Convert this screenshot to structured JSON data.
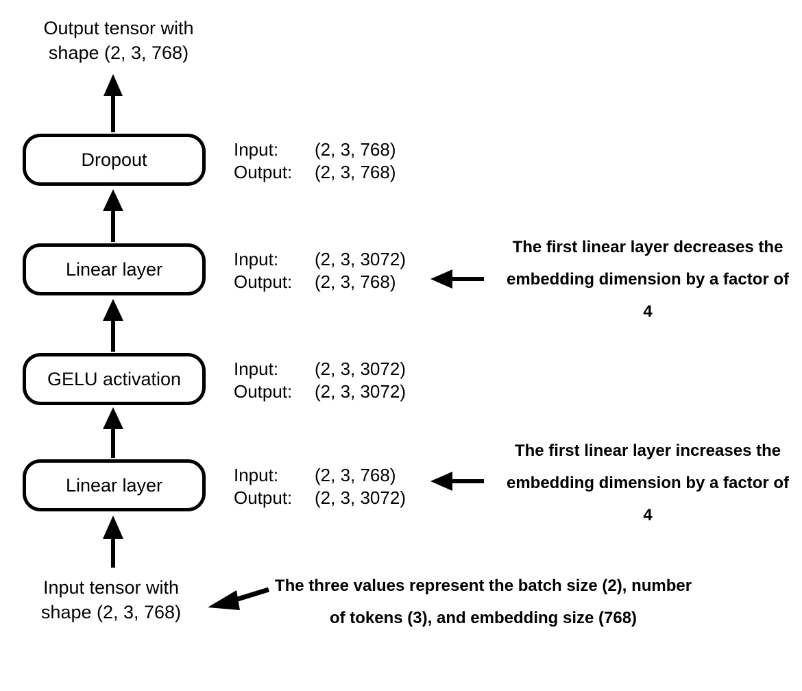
{
  "diagram": {
    "title": "Feed forward neural network module tensor shape flow",
    "background_color": "#ffffff",
    "stroke_color": "#000000"
  },
  "endpoints": {
    "output": {
      "label": "Output tensor with\nshape (2, 3, 768)",
      "shape": "(2, 3, 768)"
    },
    "input": {
      "label": "Input tensor with\nshape (2, 3, 768)",
      "shape": "(2, 3, 768)"
    }
  },
  "nodes": [
    {
      "id": "dropout",
      "label": "Dropout",
      "io": {
        "input_key": "Input:",
        "input_value": "(2, 3, 768)",
        "output_key": "Output:",
        "output_value": "(2, 3, 768)"
      }
    },
    {
      "id": "linear-2",
      "label": "Linear layer",
      "io": {
        "input_key": "Input:",
        "input_value": "(2, 3, 3072)",
        "output_key": "Output:",
        "output_value": "(2, 3, 768)"
      }
    },
    {
      "id": "gelu",
      "label": "GELU activation",
      "io": {
        "input_key": "Input:",
        "input_value": "(2, 3, 3072)",
        "output_key": "Output:",
        "output_value": "(2, 3, 3072)"
      }
    },
    {
      "id": "linear-1",
      "label": "Linear layer",
      "io": {
        "input_key": "Input:",
        "input_value": "(2, 3, 768)",
        "output_key": "Output:",
        "output_value": "(2, 3, 3072)"
      }
    }
  ],
  "annotations": [
    {
      "id": "decrease-note",
      "text": "The first linear layer decreases the embedding dimension by a factor of 4",
      "points_to": "linear-2"
    },
    {
      "id": "increase-note",
      "text": "The first linear layer increases the embedding dimension by a factor of 4",
      "points_to": "linear-1"
    },
    {
      "id": "shape-meaning-note",
      "text": "The three values represent the batch size (2), number of tokens (3), and embedding size (768)",
      "points_to": "input"
    }
  ]
}
